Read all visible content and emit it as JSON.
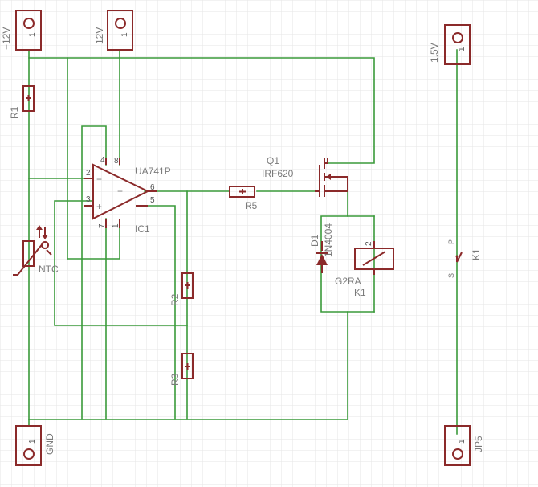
{
  "connectors": {
    "p12v_a": {
      "label": "+12V",
      "pin": "1"
    },
    "p12v_b": {
      "label": "12V",
      "pin": "1"
    },
    "p15v": {
      "label": "1.5V",
      "pin": "1"
    },
    "gnd": {
      "label": "GND",
      "pin": "1"
    },
    "jp5": {
      "label": "JP5",
      "pin": "1"
    }
  },
  "r1": {
    "label": "R1"
  },
  "r2": {
    "label": "R2"
  },
  "r3": {
    "label": "R3"
  },
  "r5": {
    "label": "R5"
  },
  "ntc": {
    "label": "NTC"
  },
  "ic1": {
    "name": "IC1",
    "part": "UA741P",
    "pin2": "2",
    "pin3": "3",
    "pin4": "4",
    "pin8": "8",
    "pin6": "6",
    "pin5": "5",
    "pin7": "7",
    "pin1": "1",
    "minus": "−",
    "plus": "+"
  },
  "q1": {
    "name": "Q1",
    "part": "IRF620"
  },
  "d1": {
    "name": "D1",
    "part": "1N4004"
  },
  "relay_coil": {
    "part": "G2RA",
    "name": "K1",
    "pin2": "2"
  },
  "relay_switch": {
    "name": "K1",
    "s": "S",
    "p": "P"
  }
}
